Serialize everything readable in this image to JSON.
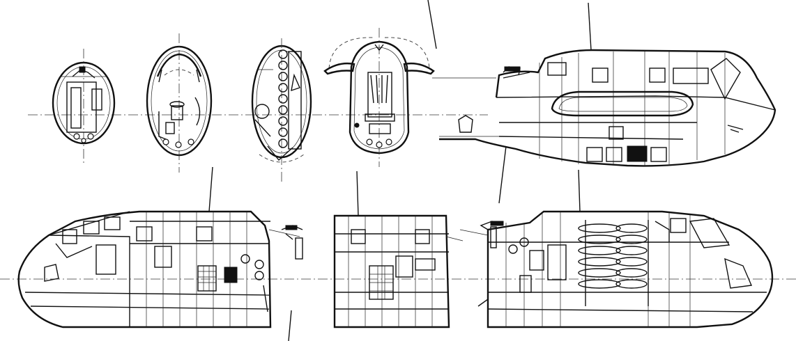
{
  "drawing": {
    "colors": {
      "ink": "#111111",
      "paper": "#ffffff"
    },
    "views": [
      {
        "id": "section-tail"
      },
      {
        "id": "section-rear-cabin"
      },
      {
        "id": "section-mid-cabin"
      },
      {
        "id": "section-nose-hatch"
      },
      {
        "id": "nose-side-exterior"
      },
      {
        "id": "cutaway-nose-left"
      },
      {
        "id": "cutaway-center-left"
      },
      {
        "id": "cutaway-nose-right"
      }
    ]
  }
}
